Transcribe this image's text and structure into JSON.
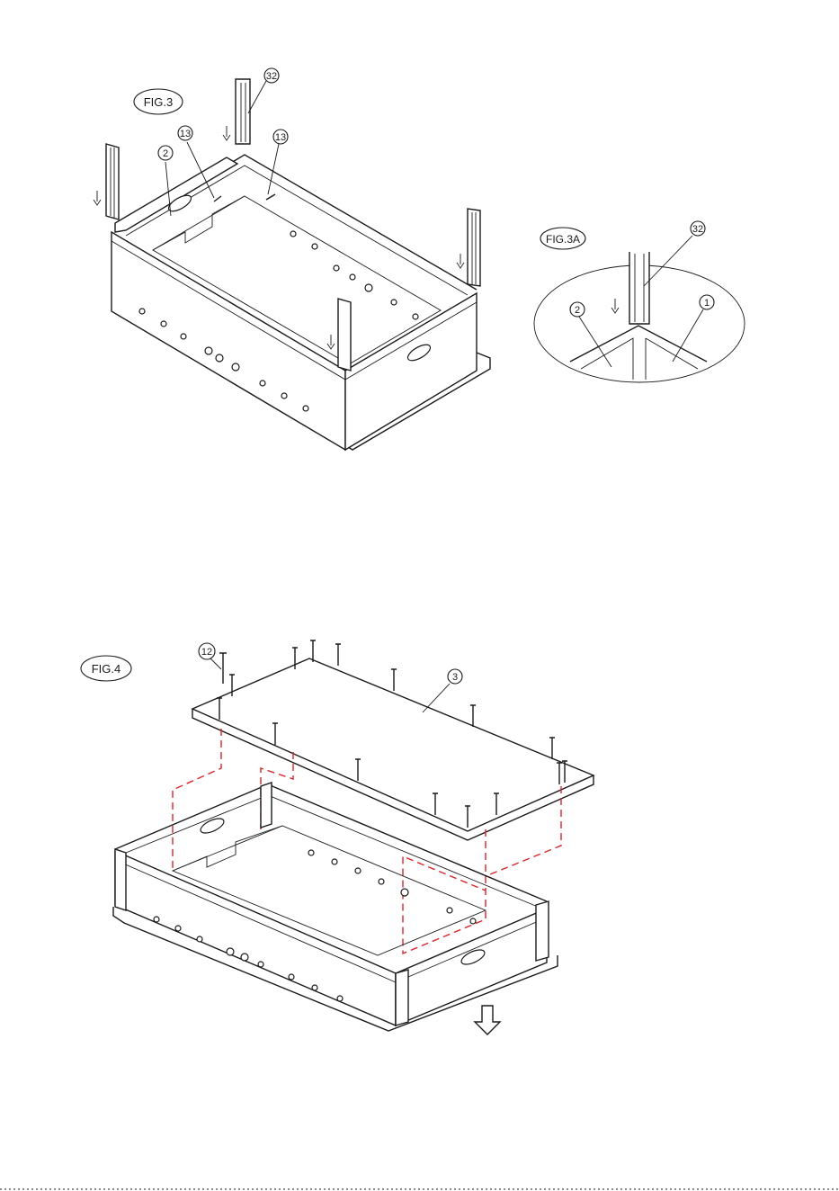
{
  "figures": {
    "fig3": {
      "title": "FIG.3",
      "callouts": [
        "32",
        "13",
        "13",
        "2"
      ]
    },
    "fig3a": {
      "title": "FIG.3A",
      "callouts": [
        "32",
        "2",
        "1"
      ]
    },
    "fig4": {
      "title": "FIG.4",
      "callouts": [
        "12",
        "3"
      ]
    }
  },
  "colors": {
    "line": "#1a1a1a",
    "guide": "#d9252b",
    "background": "#ffffff"
  }
}
